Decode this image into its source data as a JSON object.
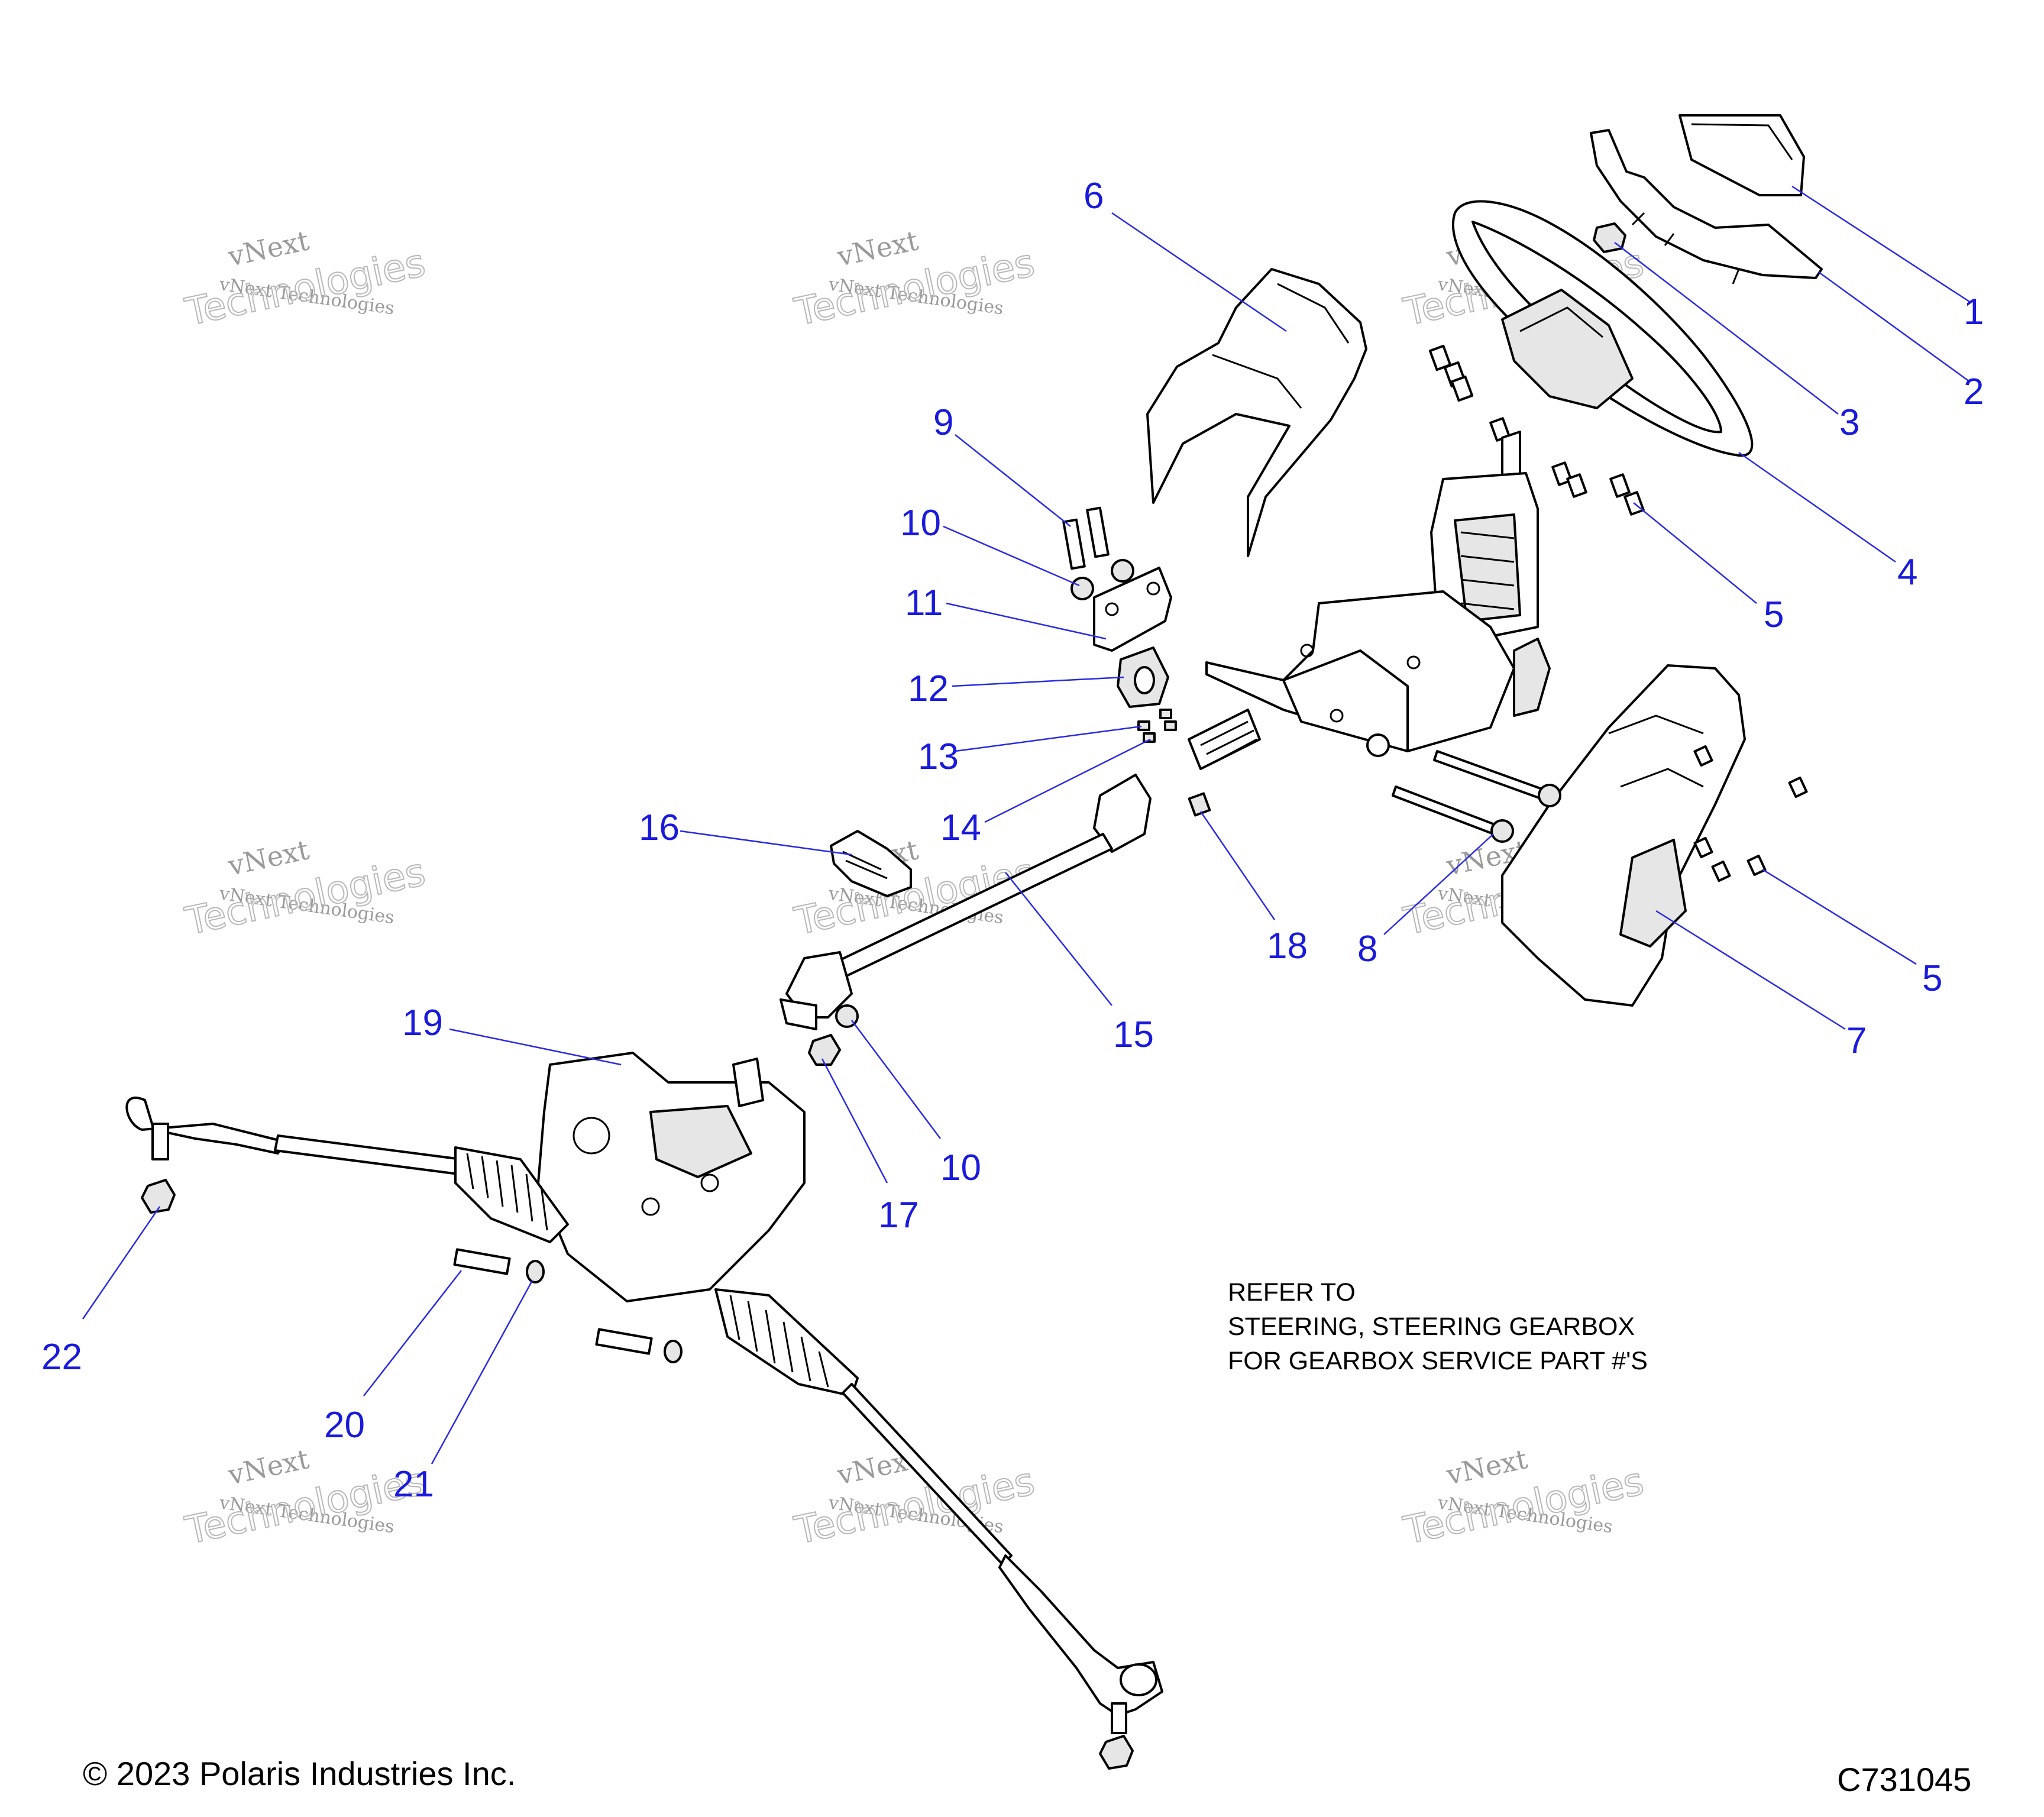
{
  "callouts": [
    {
      "id": "1",
      "label": "1"
    },
    {
      "id": "2",
      "label": "2"
    },
    {
      "id": "3",
      "label": "3"
    },
    {
      "id": "4",
      "label": "4"
    },
    {
      "id": "5a",
      "label": "5"
    },
    {
      "id": "5b",
      "label": "5"
    },
    {
      "id": "6",
      "label": "6"
    },
    {
      "id": "7",
      "label": "7"
    },
    {
      "id": "8",
      "label": "8"
    },
    {
      "id": "9",
      "label": "9"
    },
    {
      "id": "10a",
      "label": "10"
    },
    {
      "id": "10b",
      "label": "10"
    },
    {
      "id": "11",
      "label": "11"
    },
    {
      "id": "12",
      "label": "12"
    },
    {
      "id": "13",
      "label": "13"
    },
    {
      "id": "14",
      "label": "14"
    },
    {
      "id": "15",
      "label": "15"
    },
    {
      "id": "16",
      "label": "16"
    },
    {
      "id": "17",
      "label": "17"
    },
    {
      "id": "18",
      "label": "18"
    },
    {
      "id": "19",
      "label": "19"
    },
    {
      "id": "20",
      "label": "20"
    },
    {
      "id": "21",
      "label": "21"
    },
    {
      "id": "22",
      "label": "22"
    }
  ],
  "note": {
    "line1": "REFER TO",
    "line2": "STEERING, STEERING GEARBOX",
    "line3": "FOR GEARBOX SERVICE PART #'S"
  },
  "watermark": {
    "line1": "vNext",
    "line2": "vNext Technologies",
    "line3": "Technologies"
  },
  "footer": {
    "copyright": "© 2023 Polaris Industries Inc.",
    "code": "C731045"
  },
  "colors": {
    "callout": "#1a1adc",
    "leader": "#2a2ae6",
    "watermark": "#9a9a9a"
  }
}
